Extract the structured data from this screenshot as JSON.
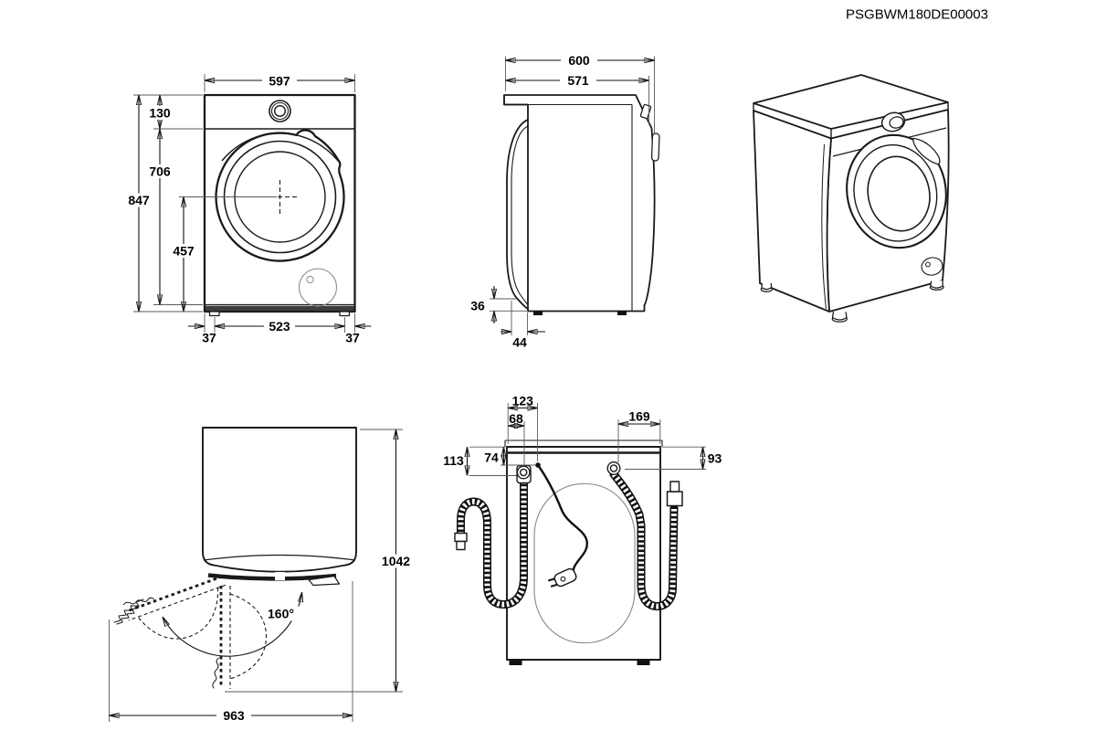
{
  "drawing_number": "PSGBWM180DE00003",
  "front_view": {
    "width": "597",
    "control_panel_height": "130",
    "panel_to_plinth": "706",
    "total_height": "847",
    "door_center_height": "457",
    "feet_distance": "523",
    "foot_offset_left": "37",
    "foot_offset_right": "37"
  },
  "side_view": {
    "total_depth": "600",
    "body_depth": "571",
    "door_bottom_clearance": "36",
    "door_protrusion": "44"
  },
  "top_view": {
    "door_open_angle": "160°",
    "depth_door_open": "1042",
    "width_door_open": "963"
  },
  "rear_view": {
    "power_cord_offset_x": "123",
    "drain_hose_offset_x": "68",
    "inlet_hose_offset_x": "169",
    "drain_hose_offset_y": "113",
    "power_cord_offset_y": "74",
    "inlet_hose_offset_y": "93"
  }
}
